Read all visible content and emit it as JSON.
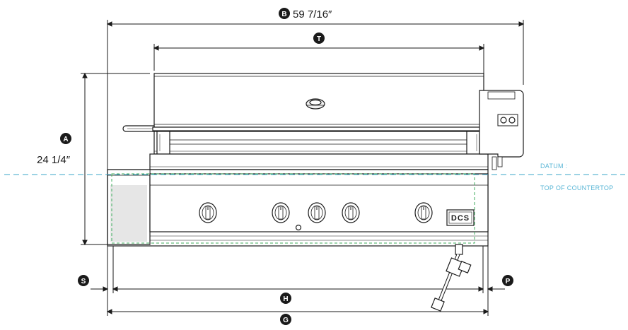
{
  "markers": {
    "B": "B",
    "T": "T",
    "A": "A",
    "S": "S",
    "P": "P",
    "H": "H",
    "G": "G"
  },
  "dimensions": {
    "width_label": "59 7/16″",
    "height_label": "24 1/4″"
  },
  "datum": {
    "line1": "DATUM :",
    "line2": "TOP OF COUNTERTOP"
  },
  "logo_text": "DCS",
  "colors": {
    "line": "#1a1a1a",
    "grill_body": "#ffffff",
    "grill_shadow": "#e6e6e6",
    "datum_line": "#3aa6c9",
    "datum_text": "#5ab6d6",
    "hidden_line": "#3fae5e",
    "marker_fill": "#1a1a1a",
    "marker_text": "#ffffff"
  }
}
